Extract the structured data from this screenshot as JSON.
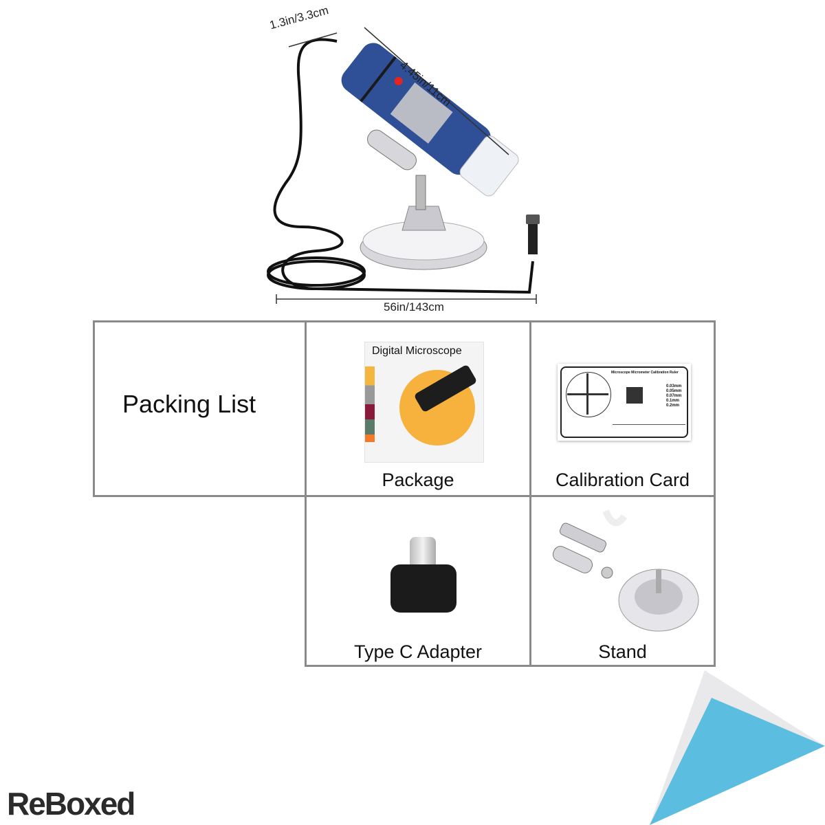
{
  "dimensions": {
    "width_label": "1.3in/3.3cm",
    "length_label": "4.45in/11cm",
    "cable_label": "56in/143cm"
  },
  "packing_list": {
    "title": "Packing List",
    "items": [
      {
        "label": "Package",
        "box_title": "Digital Microscope"
      },
      {
        "label": "Calibration Card",
        "card_title": "Microscope Micrometer Calibration Ruler",
        "scale": [
          "0.03mm",
          "0.05mm",
          "0.07mm",
          "0.1mm",
          "0.2mm"
        ]
      },
      {
        "label": "Type C Adapter"
      },
      {
        "label": "Stand"
      }
    ]
  },
  "brand": {
    "logo_text": "ReBoxed",
    "accent": "#5bbde0"
  },
  "colors": {
    "microscope_body": "#2f4f96",
    "border": "#8a8a8a"
  }
}
